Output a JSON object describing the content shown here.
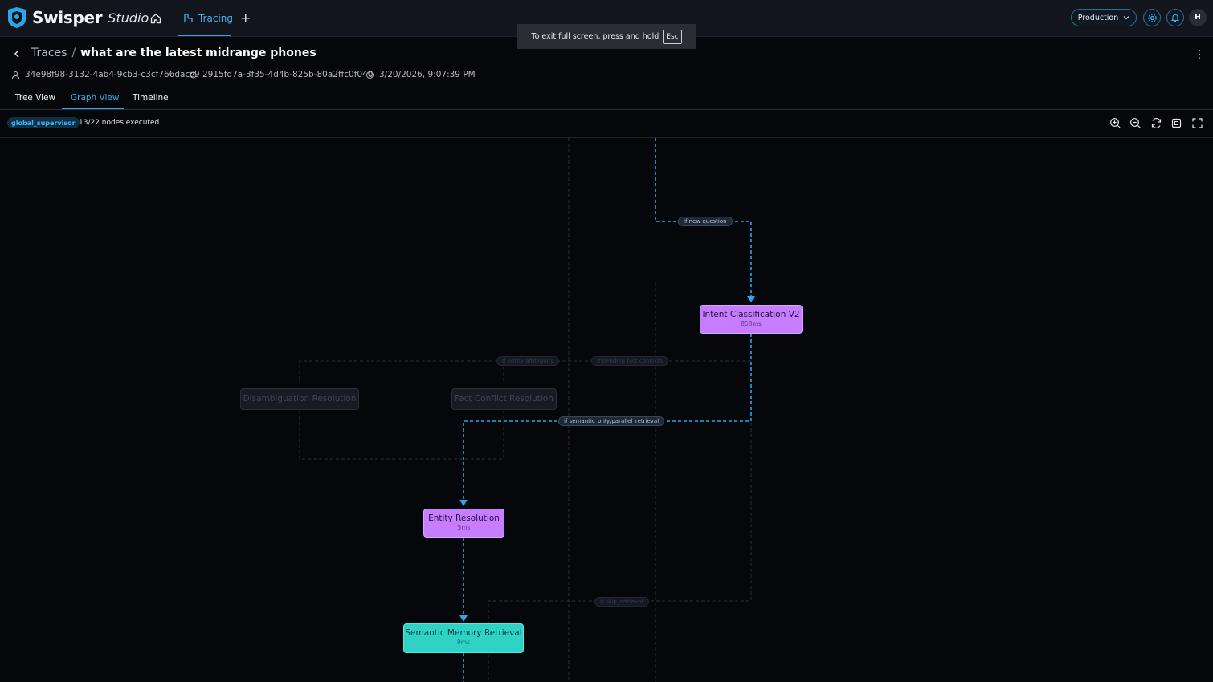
{
  "app": {
    "brand": "Swisper",
    "brand_suffix": "Studio",
    "nav_tab": "Tracing",
    "environment": "Production",
    "avatar_initial": "H"
  },
  "toast": {
    "text": "To exit full screen, press and hold",
    "key": "Esc"
  },
  "header": {
    "breadcrumb_root": "Traces",
    "separator": "/",
    "title": "what are the latest midrange phones",
    "user_id": "34e98f98-3132-4ab4-9cb3-c3cf766dacc9",
    "trace_id": "2915fd7a-3f35-4d4b-825b-80a2ffc0f040",
    "timestamp": "3/20/2026, 9:07:39 PM"
  },
  "tabs": [
    "Tree View",
    "Graph View",
    "Timeline"
  ],
  "active_tab": "Graph View",
  "toolbar": {
    "graph_name": "global_supervisor",
    "executed": "13/22 nodes executed",
    "tools": [
      "zoom-in-icon",
      "zoom-out-icon",
      "refresh-icon",
      "fit-view-icon",
      "fullscreen-icon"
    ]
  },
  "graph": {
    "nodes": [
      {
        "id": "intent",
        "label": "Intent Classification V2",
        "duration": "858ms",
        "state": "executed",
        "color": "#c77dff"
      },
      {
        "id": "disamb",
        "label": "Disambiguation Resolution",
        "duration": "",
        "state": "skipped"
      },
      {
        "id": "fact",
        "label": "Fact Conflict Resolution",
        "duration": "",
        "state": "skipped"
      },
      {
        "id": "entity",
        "label": "Entity Resolution",
        "duration": "5ms",
        "state": "executed",
        "color": "#c77dff"
      },
      {
        "id": "semantic",
        "label": "Semantic Memory Retrieval",
        "duration": "9ms",
        "state": "executed",
        "color": "#2ed3c6"
      }
    ],
    "edge_labels": [
      {
        "text": "if new question",
        "state": "active"
      },
      {
        "text": "if entity ambiguity",
        "state": "dim"
      },
      {
        "text": "if pending fact conflicts",
        "state": "dim"
      },
      {
        "text": "if semantic_only/parallel_retrieval",
        "state": "active"
      },
      {
        "text": "if skip_retrieval",
        "state": "dim"
      }
    ],
    "active_edge_color": "#2aa6ec"
  }
}
